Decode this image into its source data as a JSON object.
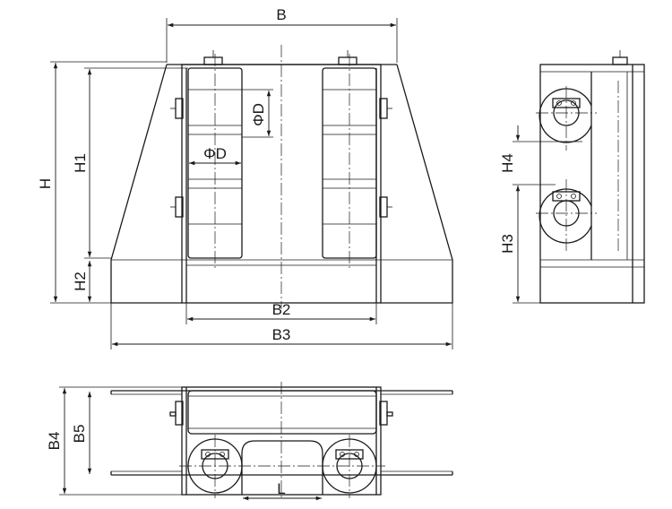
{
  "drawing": {
    "front_view": {
      "labels": {
        "B": "B",
        "H": "H",
        "H1": "H1",
        "H2": "H2",
        "B2": "B2",
        "B3": "B3",
        "D_vertical": "ΦD",
        "D_horizontal": "ΦD"
      }
    },
    "side_view": {
      "labels": {
        "H3": "H3",
        "H4": "H4"
      }
    },
    "top_view": {
      "labels": {
        "B4": "B4",
        "B5": "B5",
        "L": "L"
      }
    },
    "colors": {
      "line": "#1a1a1a",
      "background": "#ffffff"
    }
  }
}
